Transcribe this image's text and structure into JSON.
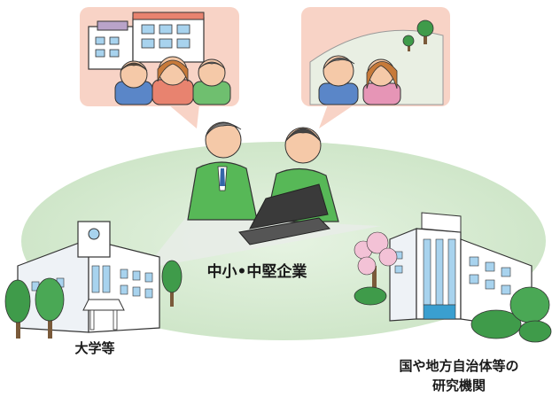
{
  "labels": {
    "sme": "中小•中堅企業",
    "university": "大学等",
    "public_research_line1": "国や地方自治体等の",
    "public_research_line2": "研究機関"
  },
  "colors": {
    "platform": "#d9ecd5",
    "platform_edge": "#c3dfbd",
    "bubble": "#f8d3c6",
    "suit": "#57b857",
    "building": "#ffffff",
    "glass": "#a8d3ee",
    "tree": "#3f9b4a"
  }
}
